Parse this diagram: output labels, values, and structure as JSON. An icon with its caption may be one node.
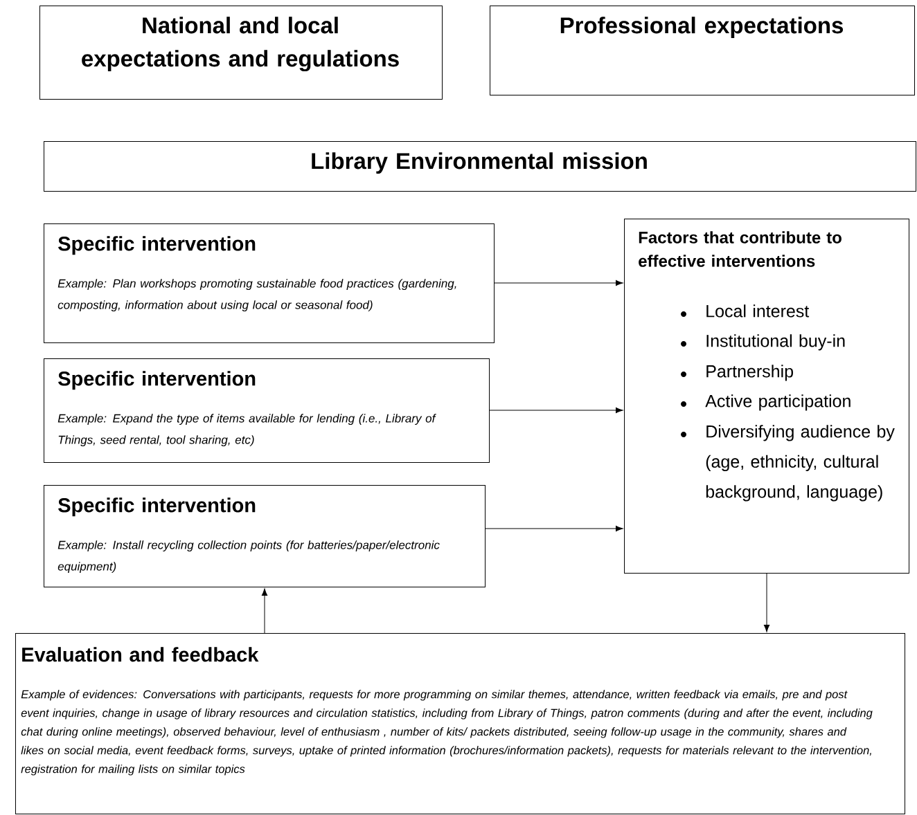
{
  "diagram": {
    "nodes": [
      {
        "text": [
          "National and local expectations and regulations"
        ]
      },
      {
        "text": [
          "Professional expectations"
        ]
      },
      {
        "text": [
          "Library Environmental mission"
        ]
      },
      {
        "text": [
          "Specific intervention",
          "Example: Plan workshops promoting sustainable food practices (gardening, composting, information about using local or seasonal food)"
        ]
      },
      {
        "text": [
          "Specific intervention",
          "Example: Expand the type of items available for lending (i.e., Library of Things, seed rental, tool sharing, etc)"
        ]
      },
      {
        "text": [
          "Specific intervention",
          "Example: Install recycling collection points (for batteries/paper/electronic equipment)"
        ]
      },
      {
        "text": [
          "Factors that contribute to effective interventions",
          "Local interest",
          "Institutional buy-in",
          "Partnership",
          "Active participation",
          "Diversifying audience by (age, ethnicity, cultural background, language)"
        ]
      },
      {
        "text": [
          "Evaluation and feedback",
          "Example of evidences: Conversations with participants, requests for more programming on similar themes, attendance, written feedback via emails, pre and post event inquiries, change in usage of library resources and circulation statistics, including from Library of Things, patron comments (during and after the event, including chat during online meetings), observed behaviour, level of enthusiasm , number of kits/ packets distributed, seeing follow-up usage in the community, shares and likes on social media, event feedback forms, surveys, uptake of printed information (brochures/information packets), requests for materials relevant to the intervention, registration for mailing lists on similar topics"
        ]
      }
    ],
    "edges": [
      {
        "from": 3,
        "to": 6,
        "arrow": "to"
      },
      {
        "from": 4,
        "to": 6,
        "arrow": "to"
      },
      {
        "from": 5,
        "to": 6,
        "arrow": "to"
      },
      {
        "from": 7,
        "to": 5,
        "arrow": "to"
      },
      {
        "from": 6,
        "to": 7,
        "arrow": "to"
      }
    ]
  }
}
